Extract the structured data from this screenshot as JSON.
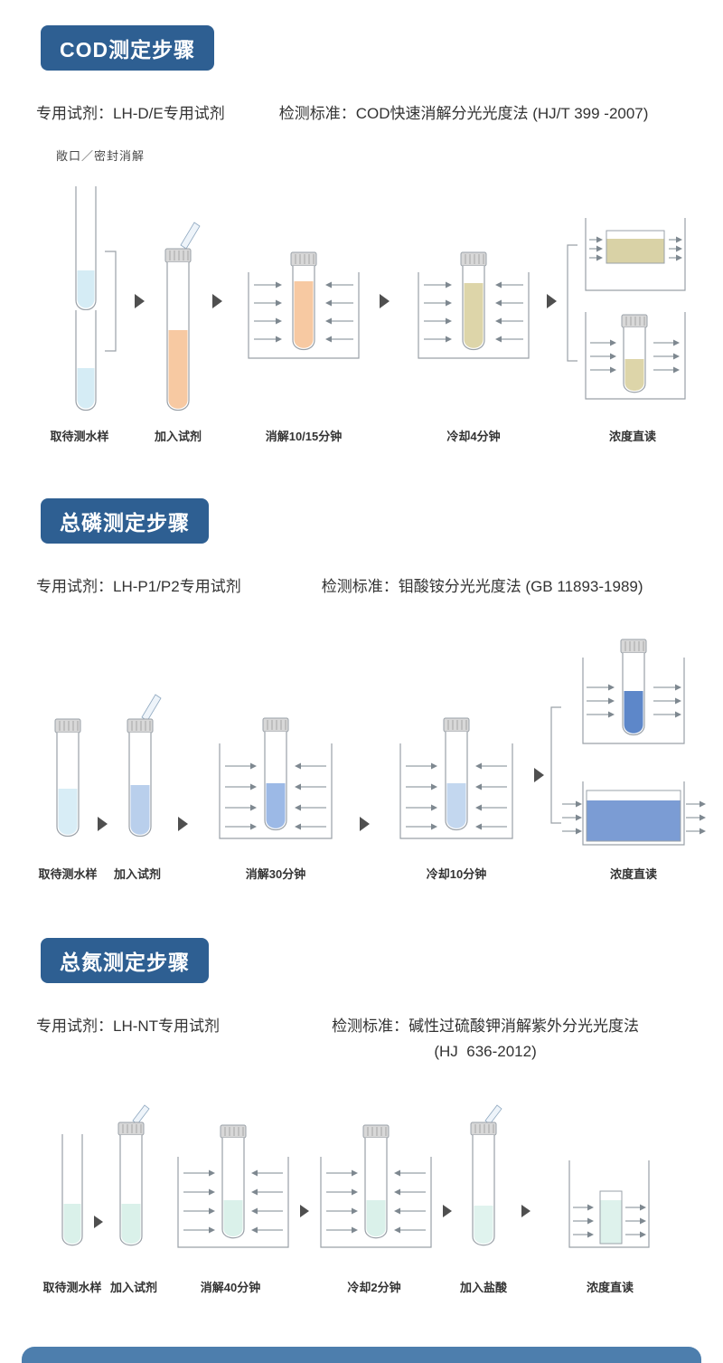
{
  "page": {
    "accent_color": "#2e5f92",
    "footer_color": "#4d7ead"
  },
  "colors": {
    "cod_sample_liquid": "#d5ecf5",
    "cod_reagent_liquid": "#f7c9a2",
    "cod_cooled_liquid": "#ddd5a9",
    "tp_sample_liquid": "#d8edf6",
    "tp_reagent_liquid": "#b9cfec",
    "tp_digest_liquid": "#9cb9e6",
    "tp_readout_liquid": "#5d87c9",
    "tn_liquid": "#daf1ea"
  },
  "sections": [
    {
      "title": "COD测定步骤",
      "reagent_label": "专用试剂：",
      "reagent_value": "LH-D/E专用试剂",
      "standard_label": "检测标准：",
      "standard_value": "COD快速消解分光光度法 (HJ/T 399 -2007)",
      "note": "敞口／密封消解",
      "steps": [
        "取待测水样",
        "加入试剂",
        "消解10/15分钟",
        "冷却4分钟",
        "浓度直读"
      ]
    },
    {
      "title": "总磷测定步骤",
      "reagent_label": "专用试剂：",
      "reagent_value": "LH-P1/P2专用试剂",
      "standard_label": "检测标准：",
      "standard_value": "钼酸铵分光光度法 (GB 11893-1989)",
      "steps": [
        "取待测水样",
        "加入试剂",
        "消解30分钟",
        "冷却10分钟",
        "浓度直读"
      ]
    },
    {
      "title": "总氮测定步骤",
      "reagent_label": "专用试剂：",
      "reagent_value": "LH-NT专用试剂",
      "standard_label": "检测标准：",
      "standard_value": "碱性过硫酸钾消解紫外分光光度法",
      "standard_value_line2": "(HJ  636-2012)",
      "steps": [
        "取待测水样",
        "加入试剂",
        "消解40分钟",
        "冷却2分钟",
        "加入盐酸",
        "浓度直读"
      ]
    }
  ]
}
